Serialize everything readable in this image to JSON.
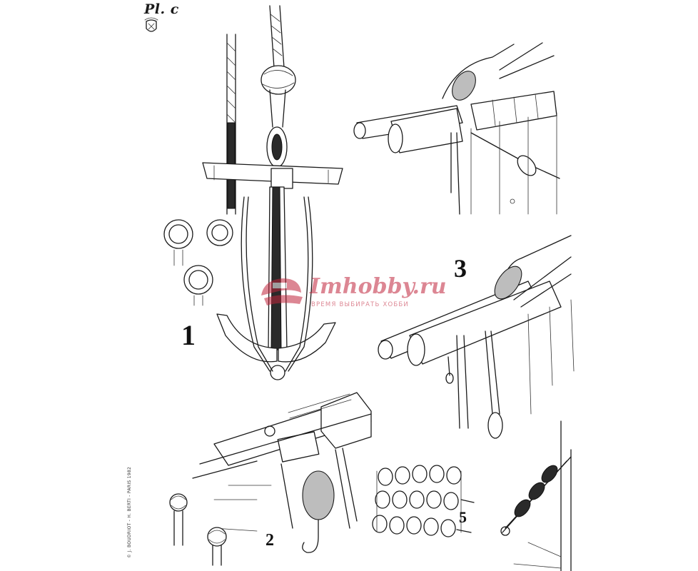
{
  "plate": {
    "label": "Pl. c"
  },
  "figures": {
    "fig1": "1",
    "fig2": "2",
    "fig3": "3",
    "fig5": "5"
  },
  "copyright": "© J. BOUDRIOT - H. BERTI - PARIS 1982",
  "watermark": {
    "brand": "Imhobby.ru",
    "tagline": "ВРЕМЯ ВЫБИРАТЬ ХОББИ"
  },
  "colors": {
    "ink": "#1a1a1a",
    "paper": "#ffffff",
    "watermark": "#c0253b"
  },
  "icons": [
    "crest-icon",
    "watermark-logo-icon"
  ]
}
